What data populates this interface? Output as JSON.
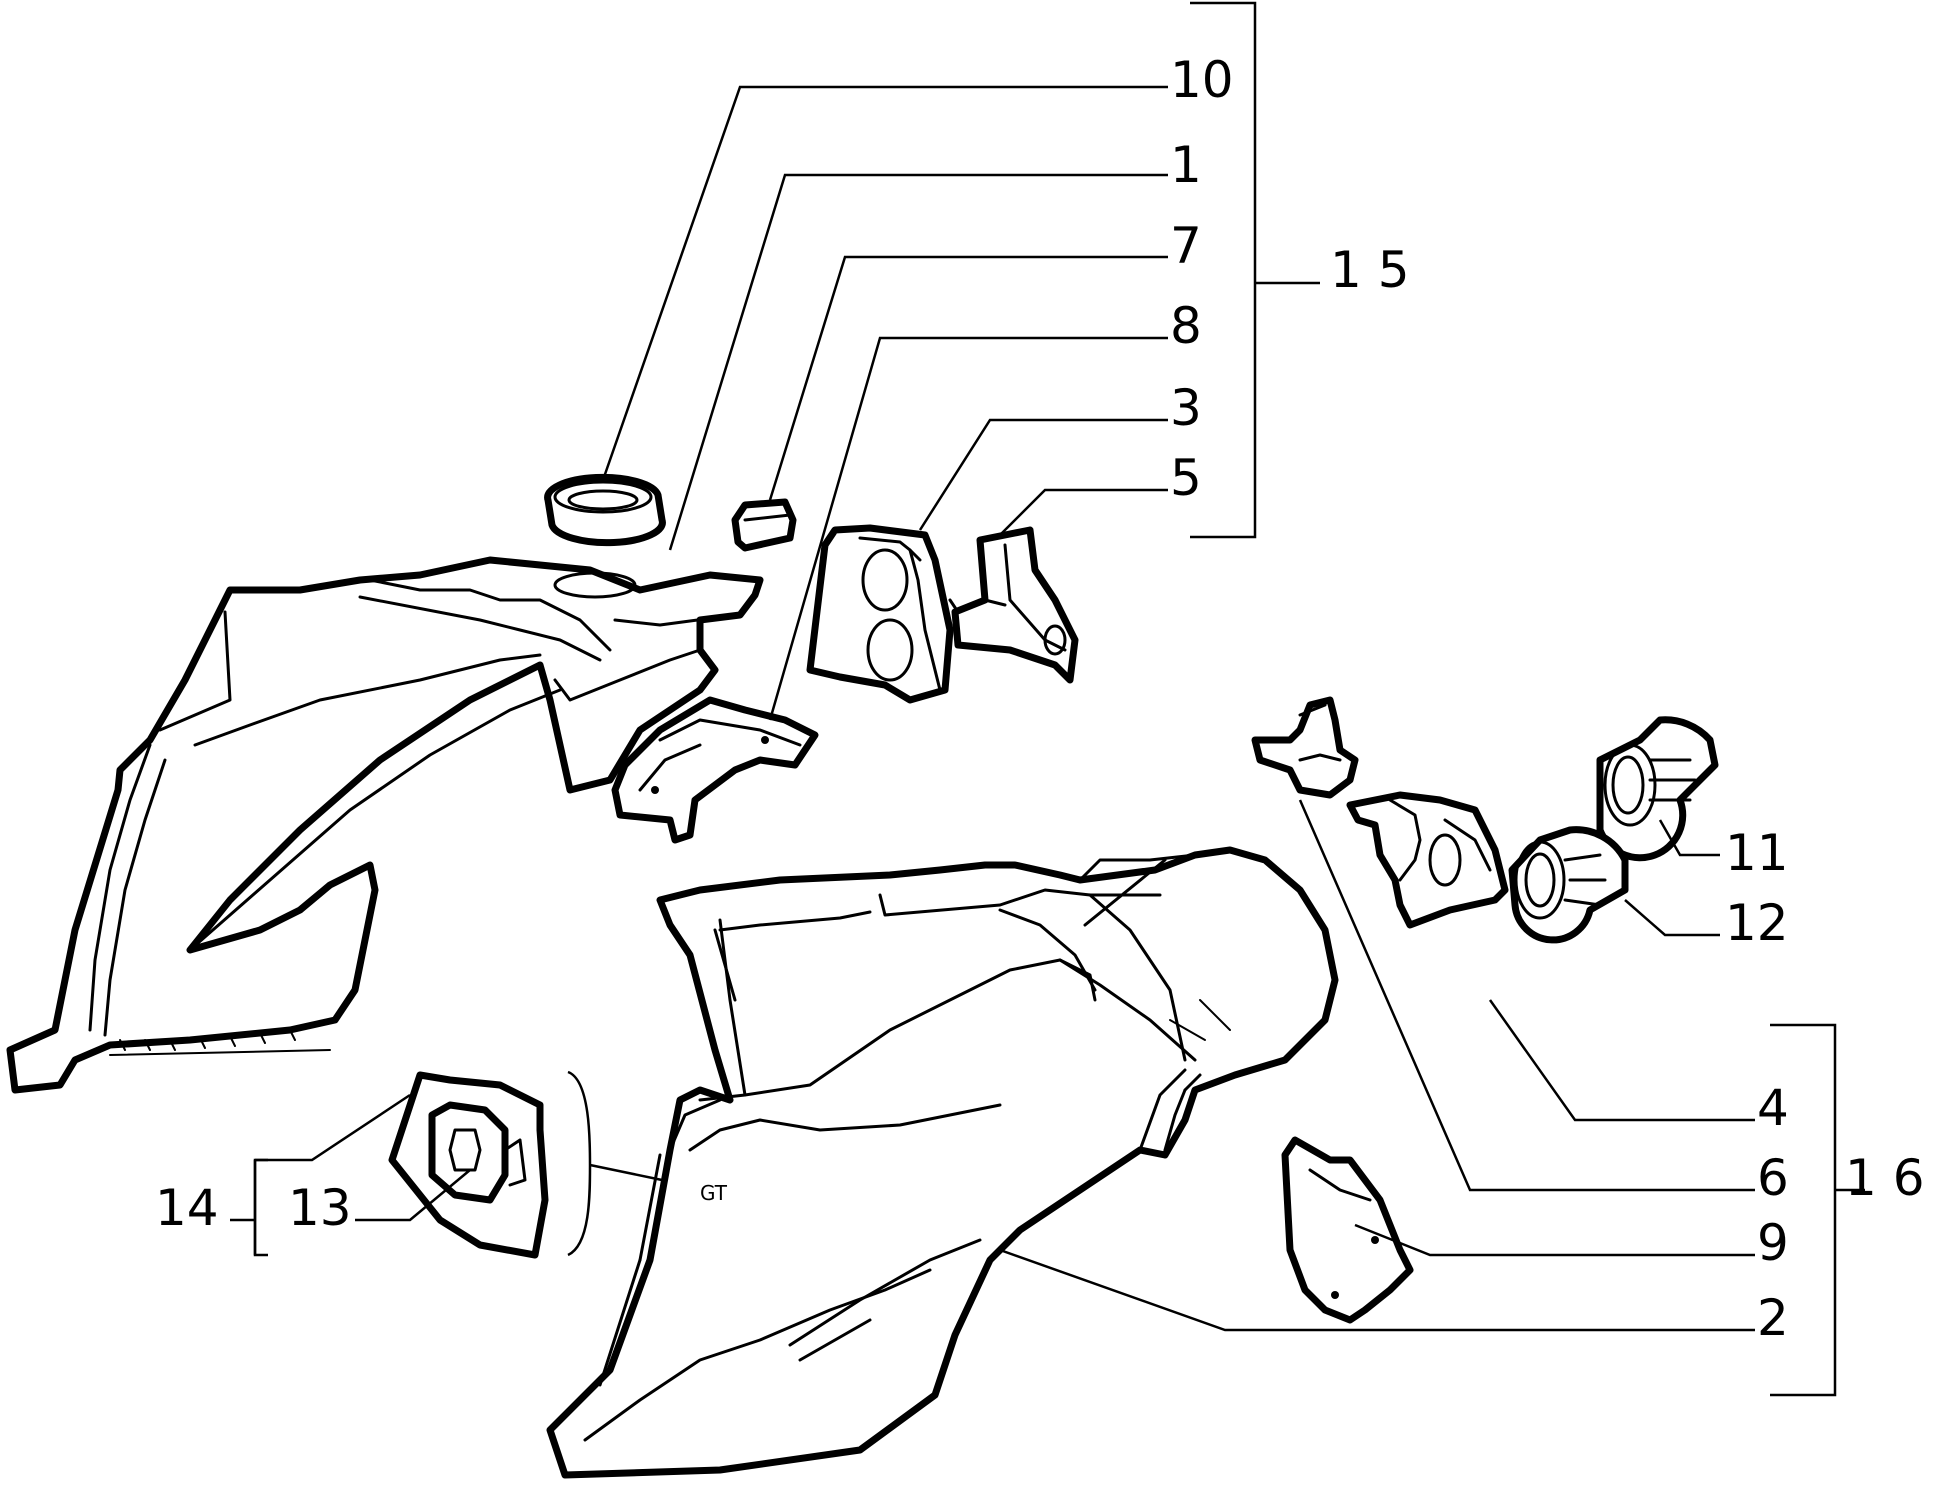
{
  "callouts": {
    "c1": "1",
    "c2": "2",
    "c3": "3",
    "c4": "4",
    "c5": "5",
    "c6": "6",
    "c7": "7",
    "c8": "8",
    "c9": "9",
    "c10": "10",
    "c11": "11",
    "c12": "12",
    "c13": "13",
    "c14": "14",
    "c15": "1 5",
    "c16": "1 6"
  },
  "style": {
    "line_color": "#000000",
    "background": "#ffffff"
  }
}
